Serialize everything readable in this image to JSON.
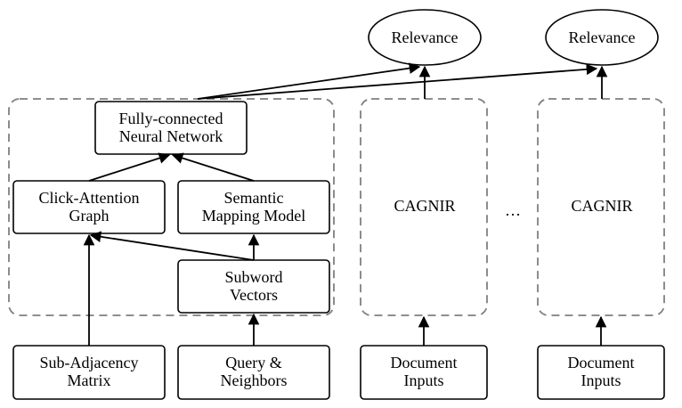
{
  "nodes": {
    "relevance_1": "Relevance",
    "relevance_2": "Relevance",
    "fc_line1": "Fully-connected",
    "fc_line2": "Neural Network",
    "click_line1": "Click-Attention",
    "click_line2": "Graph",
    "semantic_line1": "Semantic",
    "semantic_line2": "Mapping Model",
    "subword_line1": "Subword",
    "subword_line2": "Vectors",
    "cagnir_1": "CAGNIR",
    "cagnir_2": "CAGNIR",
    "ellipsis": "…",
    "subadj_line1": "Sub-Adjacency",
    "subadj_line2": "Matrix",
    "query_line1": "Query &",
    "query_line2": "Neighbors",
    "doc1_line1": "Document",
    "doc1_line2": "Inputs",
    "doc2_line1": "Document",
    "doc2_line2": "Inputs"
  }
}
